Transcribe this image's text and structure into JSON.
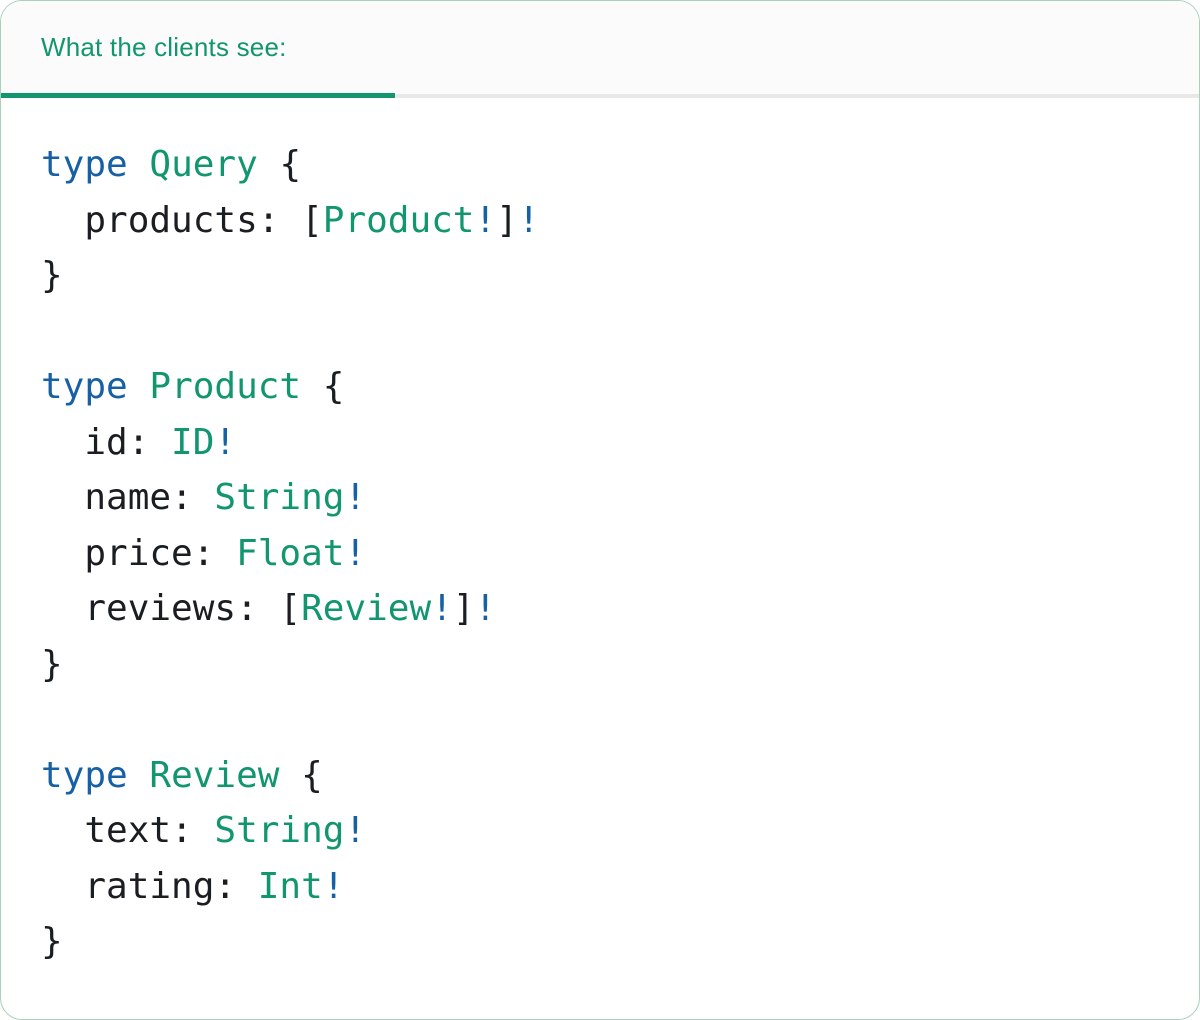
{
  "card": {
    "border_color": "#a9d0ba",
    "background": "#ffffff"
  },
  "header": {
    "tab_label": "What the clients see:",
    "text_color": "#12966f",
    "background": "#fbfbfb",
    "underline_color": "#12966f",
    "divider_color": "#e8e8e8"
  },
  "code": {
    "language": "graphql",
    "palette": {
      "keyword": "#1660a5",
      "typename": "#12966f",
      "bang": "#1660a5",
      "plain": "#1a1d21"
    },
    "lines": [
      [
        {
          "t": "type",
          "c": "keyword"
        },
        {
          "t": " ",
          "c": "plain"
        },
        {
          "t": "Query",
          "c": "typename"
        },
        {
          "t": " {",
          "c": "plain"
        }
      ],
      [
        {
          "t": "  products: [",
          "c": "plain"
        },
        {
          "t": "Product",
          "c": "typename"
        },
        {
          "t": "!",
          "c": "bang"
        },
        {
          "t": "]",
          "c": "plain"
        },
        {
          "t": "!",
          "c": "bang"
        }
      ],
      [
        {
          "t": "}",
          "c": "plain"
        }
      ],
      [],
      [
        {
          "t": "type",
          "c": "keyword"
        },
        {
          "t": " ",
          "c": "plain"
        },
        {
          "t": "Product",
          "c": "typename"
        },
        {
          "t": " {",
          "c": "plain"
        }
      ],
      [
        {
          "t": "  id: ",
          "c": "plain"
        },
        {
          "t": "ID",
          "c": "typename"
        },
        {
          "t": "!",
          "c": "bang"
        }
      ],
      [
        {
          "t": "  name: ",
          "c": "plain"
        },
        {
          "t": "String",
          "c": "typename"
        },
        {
          "t": "!",
          "c": "bang"
        }
      ],
      [
        {
          "t": "  price: ",
          "c": "plain"
        },
        {
          "t": "Float",
          "c": "typename"
        },
        {
          "t": "!",
          "c": "bang"
        }
      ],
      [
        {
          "t": "  reviews: [",
          "c": "plain"
        },
        {
          "t": "Review",
          "c": "typename"
        },
        {
          "t": "!",
          "c": "bang"
        },
        {
          "t": "]",
          "c": "plain"
        },
        {
          "t": "!",
          "c": "bang"
        }
      ],
      [
        {
          "t": "}",
          "c": "plain"
        }
      ],
      [],
      [
        {
          "t": "type",
          "c": "keyword"
        },
        {
          "t": " ",
          "c": "plain"
        },
        {
          "t": "Review",
          "c": "typename"
        },
        {
          "t": " {",
          "c": "plain"
        }
      ],
      [
        {
          "t": "  text: ",
          "c": "plain"
        },
        {
          "t": "String",
          "c": "typename"
        },
        {
          "t": "!",
          "c": "bang"
        }
      ],
      [
        {
          "t": "  rating: ",
          "c": "plain"
        },
        {
          "t": "Int",
          "c": "typename"
        },
        {
          "t": "!",
          "c": "bang"
        }
      ],
      [
        {
          "t": "}",
          "c": "plain"
        }
      ]
    ]
  }
}
